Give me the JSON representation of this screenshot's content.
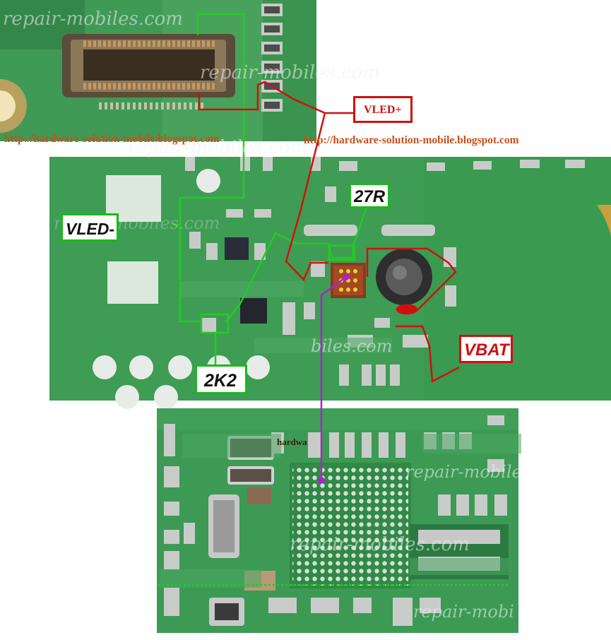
{
  "labels": {
    "vled_plus": "VLED+",
    "vled_minus": "VLED-",
    "r27": "27R",
    "r2k2": "2K2",
    "vbat": "VBAT"
  },
  "watermarks": {
    "wm1": "repair-mobiles.com",
    "wm2": "repair-mobiles.com",
    "wm3": "repair-mobiles.com",
    "wm4": "repair-mobiles.com",
    "wm5": "repair-mobile",
    "wm6": "repair-mobi",
    "wm7": "repair-mobiles.com",
    "wm8": "biles.com"
  },
  "urls": {
    "url_left": "http://hardware-solution-mobile.blogspot.com",
    "url_right": "http://hardware-solution-mobile.blogspot.com"
  },
  "small_text": {
    "hardwa": "hardwa"
  },
  "colors": {
    "board_green": "#3d9a52",
    "trace_green": "#22cc22",
    "trace_red": "#d01010",
    "trace_purple": "#b020d0",
    "url_orange": "#c8501a"
  },
  "icons": {
    "inductor": "inductor-icon",
    "ic_chip": "led-driver-ic-icon",
    "connector": "flex-connector-icon",
    "bga": "bga-ball-grid-icon"
  }
}
